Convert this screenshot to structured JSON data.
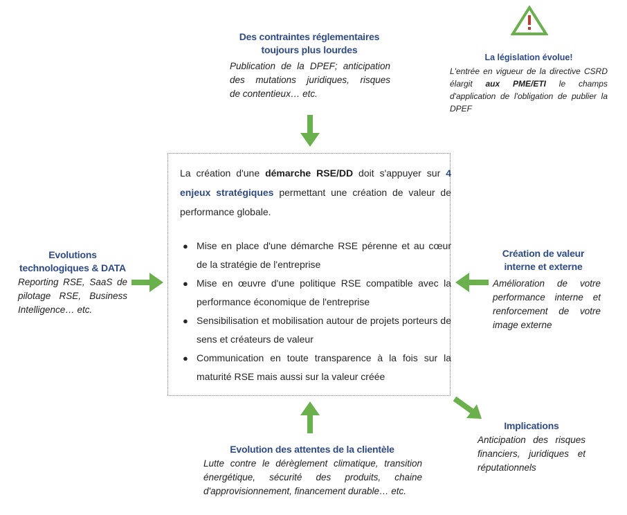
{
  "top": {
    "title_line1": "Des contraintes réglementaires",
    "title_line2": "toujours plus lourdes",
    "desc_lines": [
      "Publication de la DPEF; anticipation",
      "des mutations juridiques, risques",
      "de contentieux… etc."
    ]
  },
  "warning": {
    "title": "La législation évolue!",
    "desc_part1": "L'entrée en vigueur de la directive CSRD élargit ",
    "desc_bold": "aux PME/ETI",
    "desc_part2": " le champs d'application de l'obligation de publier la DPEF"
  },
  "center": {
    "intro_part1": "La création d'une ",
    "intro_bold": "démarche RSE/DD",
    "intro_part2": " doit s'appuyer sur ",
    "intro_highlight": "4 enjeux stratégiques",
    "intro_part3": " permettant une création de valeur de performance globale.",
    "bullets": [
      "Mise en place d'une démarche RSE pérenne et au cœur de la stratégie de l'entreprise",
      "Mise en œuvre d'une politique RSE compatible avec la performance économique de l'entreprise",
      "Sensibilisation et mobilisation autour de projets porteurs de sens et créateurs de valeur",
      "Communication en toute transparence à la fois sur la maturité RSE mais aussi sur la valeur créée"
    ]
  },
  "left": {
    "title_line1": "Evolutions",
    "title_line2": "technologiques & DATA",
    "desc": "Reporting RSE, SaaS de pilotage RSE, Business Intelligence… etc."
  },
  "right": {
    "title_line1": "Création de valeur",
    "title_line2": "interne et externe",
    "desc": "Amélioration de votre performance interne et renforcement de votre image externe"
  },
  "bottom": {
    "title": "Evolution des attentes de la clientèle",
    "desc": "Lutte contre le dérèglement climatique, transition énergétique, sécurité des produits, chaine d'approvisionnement, financement durable… etc."
  },
  "implications": {
    "title": "Implications",
    "desc": "Anticipation des risques financiers, juridiques et réputationnels"
  },
  "colors": {
    "title_blue": "#2e4a86",
    "arrow_green": "#6ab04c"
  },
  "icons": {
    "warning": "warning-triangle-icon",
    "arrows": "green-arrow-icon"
  }
}
